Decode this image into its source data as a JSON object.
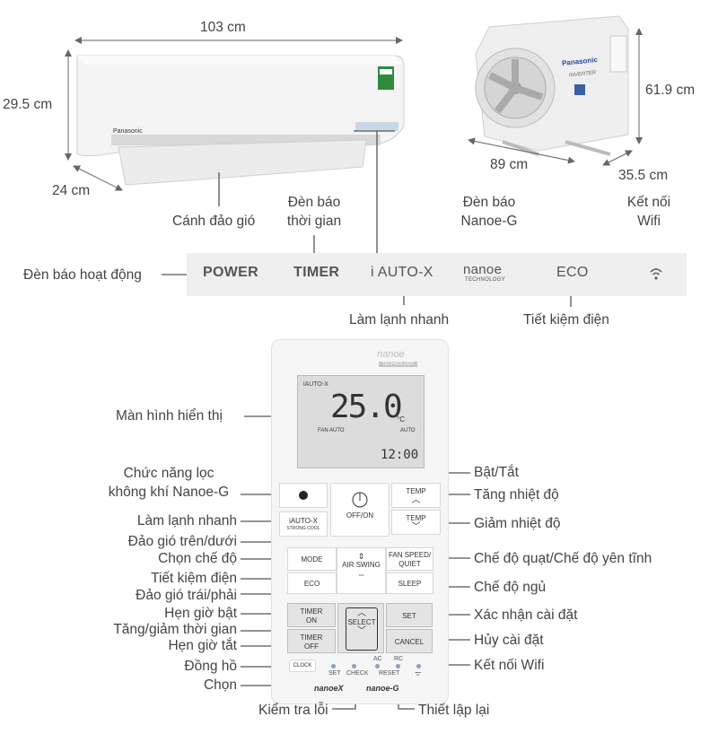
{
  "dimensions": {
    "indoor_width": "103 cm",
    "indoor_height": "29.5 cm",
    "indoor_depth": "24 cm",
    "outdoor_height": "61.9 cm",
    "outdoor_width": "89 cm",
    "outdoor_depth": "35.5 cm"
  },
  "units": {
    "indoor_brand": "Panasonic",
    "outdoor_brand": "Panasonic",
    "outdoor_badge": "INVERTER"
  },
  "indoor_labels": {
    "swing": "Cánh đảo gió",
    "timer_light_1": "Đèn báo",
    "timer_light_2": "thời gian",
    "nanoe_light_1": "Đèn báo",
    "nanoe_light_2": "Nanoe-G",
    "wifi_1": "Kết nối",
    "wifi_2": "Wifi",
    "power_light": "Đèn báo hoạt động",
    "quick_cool": "Làm lạnh nhanh",
    "eco": "Tiết kiệm điện"
  },
  "panel": {
    "power": "POWER",
    "timer": "TIMER",
    "iauto": "i AUTO-X",
    "nanoe": "nanoe",
    "nanoe_sub": "TECHNOLOGY",
    "eco": "ECO"
  },
  "remote": {
    "brand": "nanoe",
    "brand_sub": "TECHNOLOGY",
    "screen": {
      "mode": "iAUTO-X",
      "temp": "25.0",
      "unit": "°C",
      "fan": "FAN AUTO",
      "auto": "AUTO",
      "clock": "12:00"
    },
    "buttons": {
      "off_on": "OFF/ON",
      "temp_up": "TEMP",
      "temp_down": "TEMP",
      "iauto": "iAUTO-X",
      "iauto_sub": "STRONG COOL",
      "mode": "MODE",
      "eco": "ECO",
      "air_swing": "AIR SWING",
      "fan_speed_1": "FAN SPEED/",
      "fan_speed_2": "QUIET",
      "sleep": "SLEEP",
      "timer_on_1": "TIMER",
      "timer_on_2": "ON",
      "timer_off_1": "TIMER",
      "timer_off_2": "OFF",
      "select": "SELECT",
      "set": "SET",
      "cancel": "CANCEL",
      "clock": "CLOCK"
    },
    "small": {
      "set": "SET",
      "check": "CHECK",
      "ac": "AC",
      "reset": "RESET",
      "rc": "RC",
      "nanoex": "nanoeX",
      "nanoeg": "nanoe-G"
    }
  },
  "remote_labels": {
    "display": "Màn hình hiển thị",
    "nanoe_filter_1": "Chức năng lọc",
    "nanoe_filter_2": "không khí Nanoe-G",
    "quick_cool": "Làm lạnh nhanh",
    "swing_vertical": "Đảo gió trên/dưới",
    "mode": "Chọn chế độ",
    "eco": "Tiết kiệm điện",
    "swing_horizontal": "Đảo gió trái/phải",
    "timer_on": "Hẹn giờ bật",
    "timer_adjust": "Tăng/giảm thời gian",
    "timer_off": "Hẹn giờ tắt",
    "clock": "Đồng hồ",
    "select": "Chọn",
    "check": "Kiểm tra lỗi",
    "reset": "Thiết lập lại",
    "on_off": "Bật/Tắt",
    "temp_up": "Tăng nhiệt độ",
    "temp_down": "Giảm nhiệt độ",
    "fan_mode": "Chế độ quạt/Chế độ yên tĩnh",
    "sleep": "Chế độ ngủ",
    "confirm": "Xác nhận cài đặt",
    "cancel": "Hủy cài đặt",
    "wifi": "Kết nối Wifi"
  }
}
